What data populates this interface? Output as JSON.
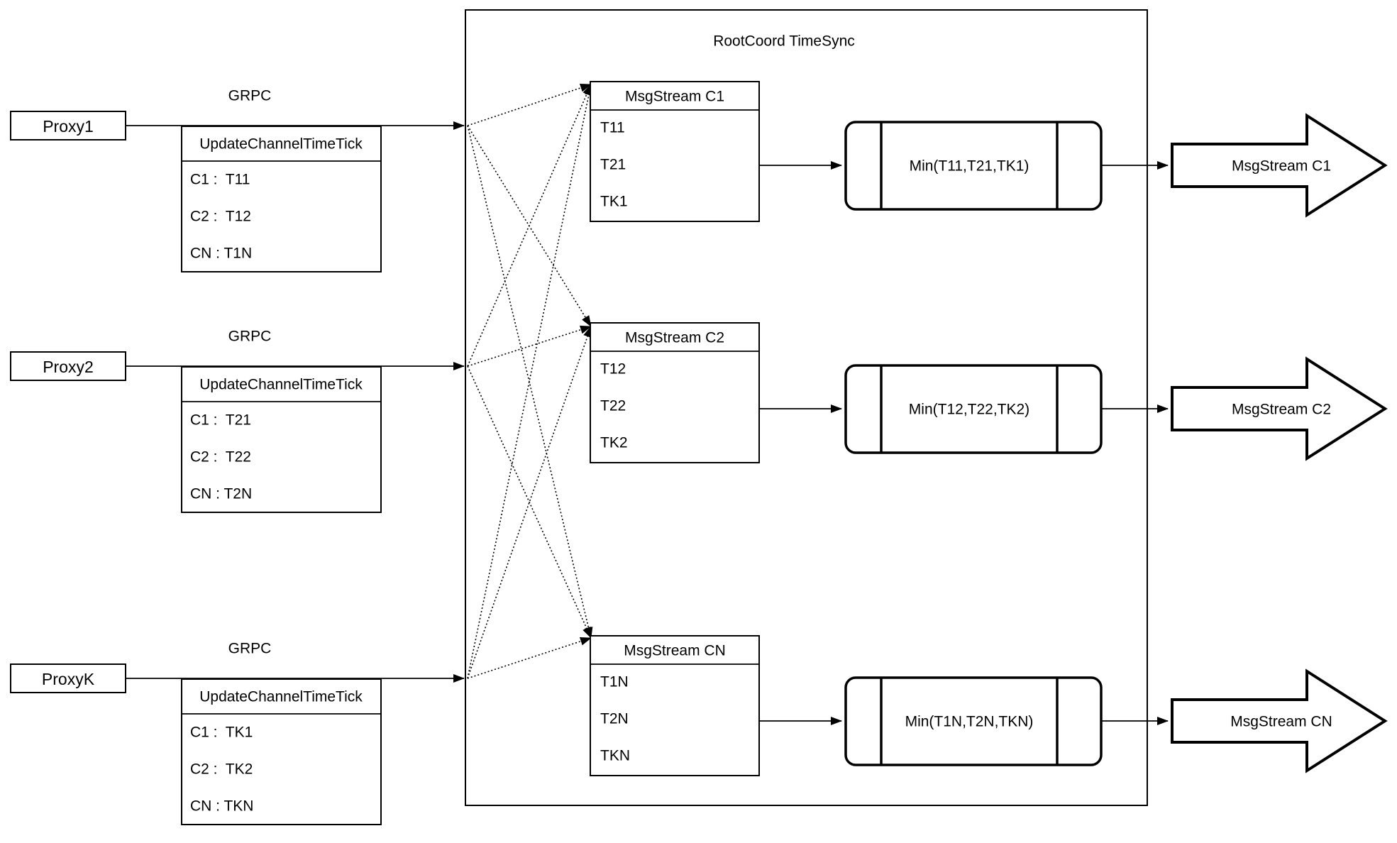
{
  "diagram": {
    "title": "RootCoord TimeSync",
    "grpc_label": "GRPC",
    "proxies": [
      {
        "name": "Proxy1",
        "rpc": {
          "title": "UpdateChannelTimeTick",
          "rows": [
            "C1 :  T11",
            "C2 :  T12",
            "CN : T1N"
          ]
        }
      },
      {
        "name": "Proxy2",
        "rpc": {
          "title": "UpdateChannelTimeTick",
          "rows": [
            "C1 :  T21",
            "C2 :  T22",
            "CN : T2N"
          ]
        }
      },
      {
        "name": "ProxyK",
        "rpc": {
          "title": "UpdateChannelTimeTick",
          "rows": [
            "C1 :  TK1",
            "C2 :  TK2",
            "CN : TKN"
          ]
        }
      }
    ],
    "streams": [
      {
        "title": "MsgStream C1",
        "ticks": [
          "T11",
          "T21",
          "TK1"
        ],
        "min_label": "Min(T11,T21,TK1)",
        "output_label": "MsgStream C1"
      },
      {
        "title": "MsgStream C2",
        "ticks": [
          "T12",
          "T22",
          "TK2"
        ],
        "min_label": "Min(T12,T22,TK2)",
        "output_label": "MsgStream C2"
      },
      {
        "title": "MsgStream CN",
        "ticks": [
          "T1N",
          "T2N",
          "TKN"
        ],
        "min_label": "Min(T1N,T2N,TKN)",
        "output_label": "MsgStream CN"
      }
    ],
    "colors": {
      "stroke": "#000000",
      "fill": "#ffffff"
    }
  }
}
